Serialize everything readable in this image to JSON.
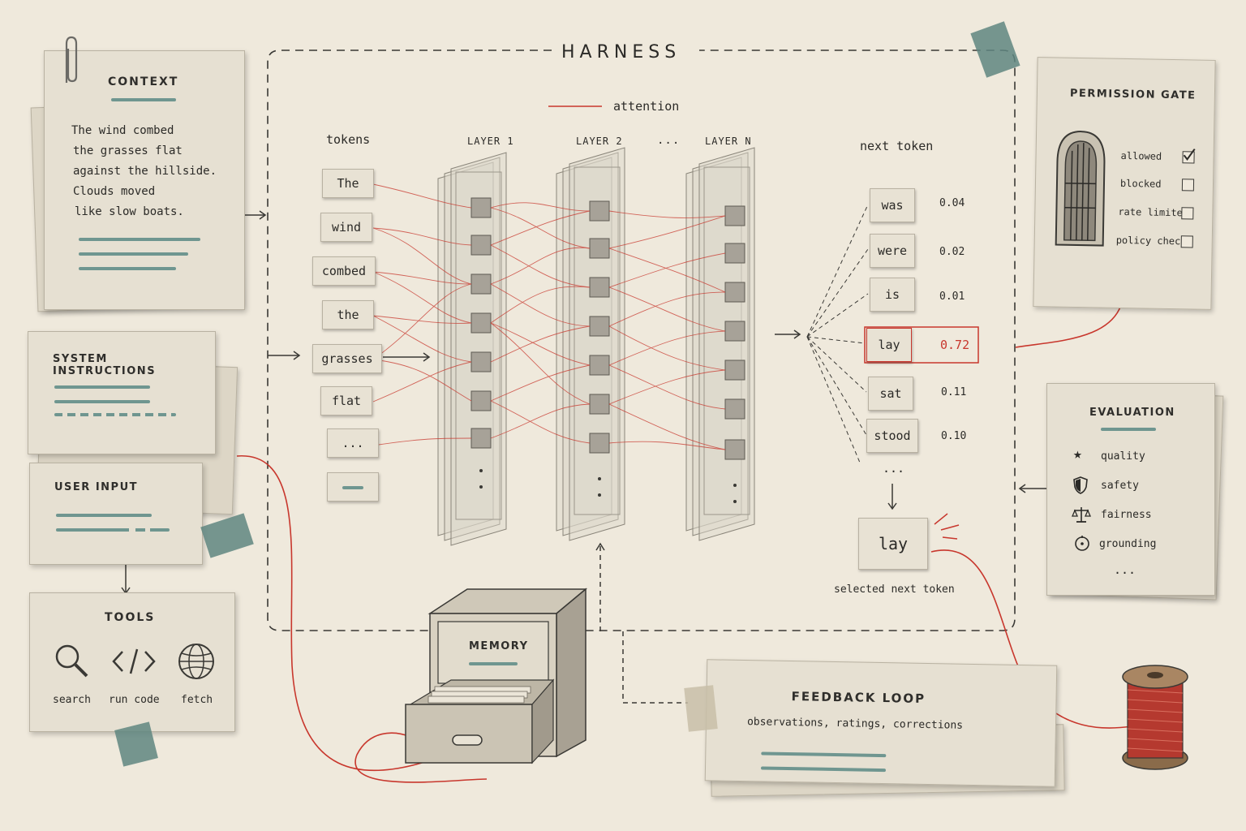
{
  "harness": {
    "title": "HARNESS"
  },
  "legend": {
    "attention": "attention"
  },
  "context": {
    "title": "CONTEXT",
    "lines": [
      "The wind combed",
      "the grasses flat",
      "against the hillside.",
      "Clouds moved",
      "like slow boats."
    ]
  },
  "system_instructions": {
    "title": "SYSTEM INSTRUCTIONS"
  },
  "user_input": {
    "title": "USER INPUT"
  },
  "tools": {
    "title": "TOOLS",
    "items": [
      {
        "label": "search",
        "icon": "magnifier-icon"
      },
      {
        "label": "run code",
        "icon": "code-icon"
      },
      {
        "label": "fetch",
        "icon": "globe-icon"
      }
    ]
  },
  "tokens": {
    "title": "tokens",
    "items": [
      "The",
      "wind",
      "combed",
      "the",
      "grasses",
      "flat",
      "..."
    ]
  },
  "layers": {
    "labels": [
      "LAYER 1",
      "LAYER 2",
      "...",
      "LAYER N"
    ]
  },
  "next_token": {
    "title": "next token",
    "candidates": [
      {
        "token": "was",
        "prob": "0.04"
      },
      {
        "token": "were",
        "prob": "0.02"
      },
      {
        "token": "is",
        "prob": "0.01"
      },
      {
        "token": "lay",
        "prob": "0.72",
        "selected": true
      },
      {
        "token": "sat",
        "prob": "0.11"
      },
      {
        "token": "stood",
        "prob": "0.10"
      }
    ],
    "more": "...",
    "selected": "lay",
    "selected_caption": "selected next token"
  },
  "permission_gate": {
    "title": "PERMISSION GATE",
    "options": [
      {
        "label": "allowed",
        "checked": true
      },
      {
        "label": "blocked",
        "checked": false
      },
      {
        "label": "rate limited",
        "checked": false
      },
      {
        "label": "policy check",
        "checked": false
      }
    ]
  },
  "evaluation": {
    "title": "EVALUATION",
    "items": [
      {
        "label": "quality",
        "icon": "star-icon"
      },
      {
        "label": "safety",
        "icon": "shield-icon"
      },
      {
        "label": "fairness",
        "icon": "scales-icon"
      },
      {
        "label": "grounding",
        "icon": "target-icon"
      }
    ],
    "more": "..."
  },
  "memory": {
    "title": "MEMORY"
  },
  "feedback": {
    "title": "FEEDBACK LOOP",
    "subtitle": "observations, ratings, corrections"
  },
  "colors": {
    "accent": "#c8372d",
    "tape": "#5f8680",
    "paper": "#e6e0d2",
    "background": "#efe9dc"
  }
}
